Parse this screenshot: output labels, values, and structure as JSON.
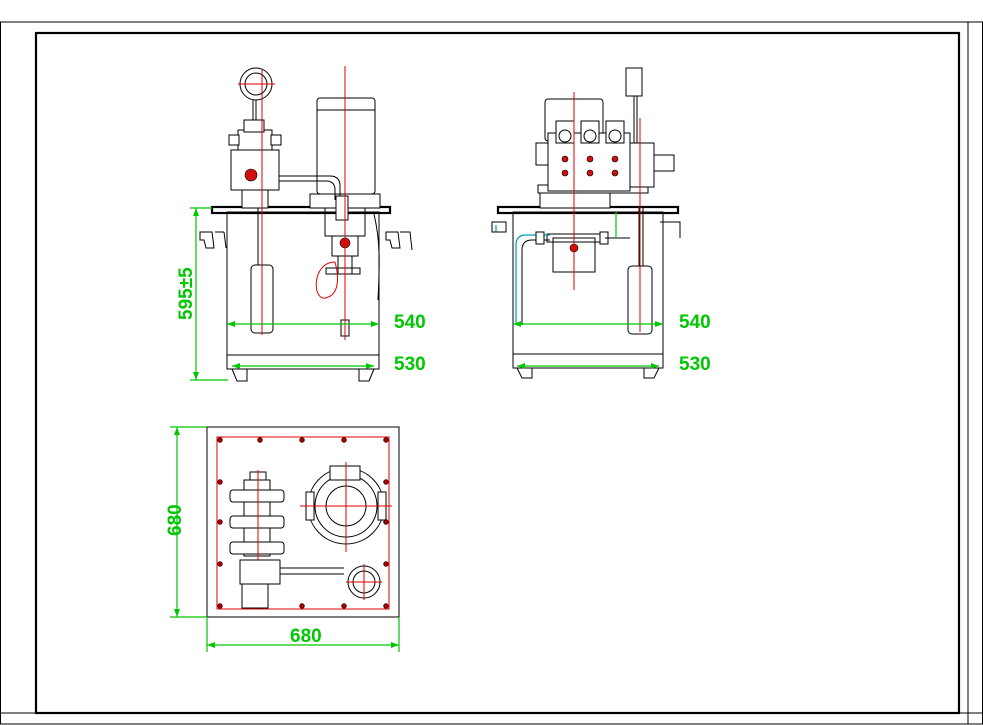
{
  "drawing": {
    "front_view": {
      "dim_height": "595±5",
      "dim_width_upper": "540",
      "dim_width_lower": "530"
    },
    "side_view": {
      "dim_width_upper": "540",
      "dim_width_lower": "530"
    },
    "top_view": {
      "dim_height": "680",
      "dim_width": "680"
    },
    "colors": {
      "dimension": "#00c800",
      "centerline": "#e00000",
      "outline": "#000000",
      "pipe": "#00a0b0"
    }
  }
}
